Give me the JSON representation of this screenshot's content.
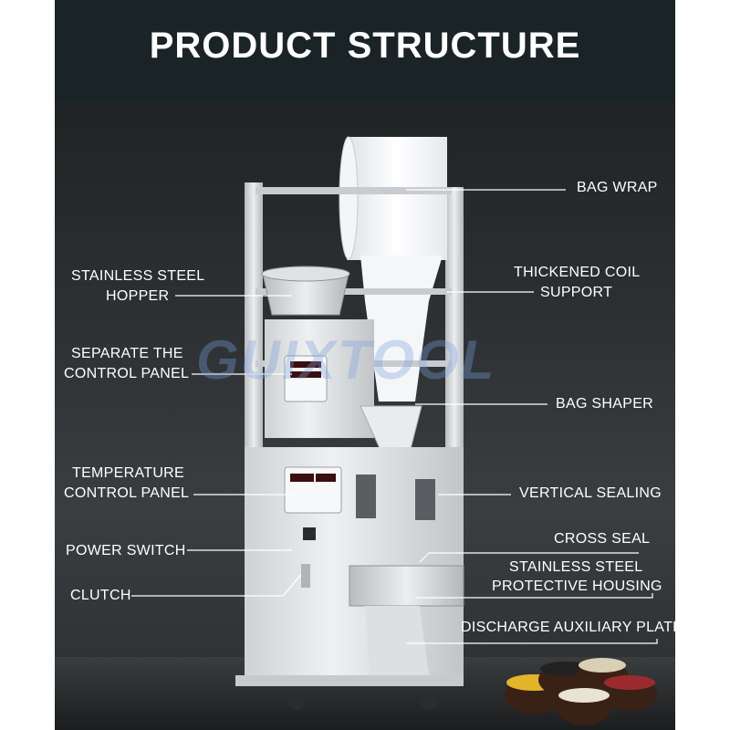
{
  "header": {
    "title": "PRODUCT STRUCTURE"
  },
  "watermark": "GUIXTOOL",
  "labels": {
    "bag_wrap": "BAG WRAP",
    "hopper_1": "STAINLESS STEEL",
    "hopper_2": "HOPPER",
    "coil_1": "THICKENED COIL",
    "coil_2": "SUPPORT",
    "panel_1": "SEPARATE THE",
    "panel_2": "CONTROL PANEL",
    "bag_shaper": "BAG SHAPER",
    "temp_1": "TEMPERATURE",
    "temp_2": "CONTROL PANEL",
    "vertical_sealing": "VERTICAL SEALING",
    "cross_seal": "CROSS SEAL",
    "power_switch": "POWER SWITCH",
    "housing_1": "STAINLESS STEEL",
    "housing_2": "PROTECTIVE HOUSING",
    "clutch": "CLUTCH",
    "discharge": "DISCHARGE AUXILIARY PLATE"
  },
  "colors": {
    "header_bg": "#1a2427",
    "steel": "#d8dadc",
    "line": "#ffffff"
  }
}
